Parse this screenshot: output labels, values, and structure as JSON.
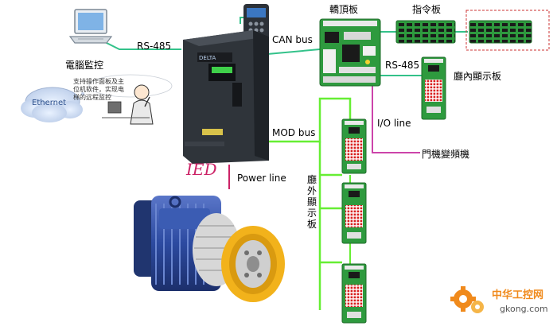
{
  "labels": {
    "rs485_left": "RS-485",
    "pc_monitor": "電腦監控",
    "ethernet": "Ethernet",
    "note_line1": "支持操作面板及主",
    "note_line2": "位机软件，实现电",
    "note_line3": "梯的远程监控",
    "can_bus": "CAN bus",
    "car_top_board": "轎頂板",
    "command_board": "指令板",
    "rs485_right": "RS-485",
    "car_display_board": "廳內顯示板",
    "io_line": "I/O line",
    "door_inverter": "門機變頻機",
    "mod_bus": "MOD bus",
    "ied": "IED",
    "power_line": "Power line",
    "hall_display_vertical": "廳外顯示板",
    "drive_brand": "DELTA",
    "watermark_cn": "中华工控网",
    "watermark_url": "gkong.com"
  },
  "colors": {
    "can_line": "#33c28a",
    "mod_line": "#66ee33",
    "io_line": "#cc44aa",
    "power_line": "#cc2266",
    "ied_text": "#cc2266",
    "board_green": "#2e9a3e",
    "drive_body": "#2f343a",
    "motor_blue": "#2c4aa0",
    "sheave_yellow": "#f2b21b",
    "dashed_frame": "#cc3333",
    "watermark_orange": "#f08a1c"
  },
  "icons": {
    "pc": "laptop-icon",
    "person": "person-thinking-icon",
    "cloud": "ethernet-cloud-icon",
    "keypad": "keypad-icon",
    "drive": "inverter-drive-icon",
    "motor": "traction-motor-icon",
    "display": "dot-matrix-display-icon",
    "watermark": "gear-logo-icon"
  }
}
